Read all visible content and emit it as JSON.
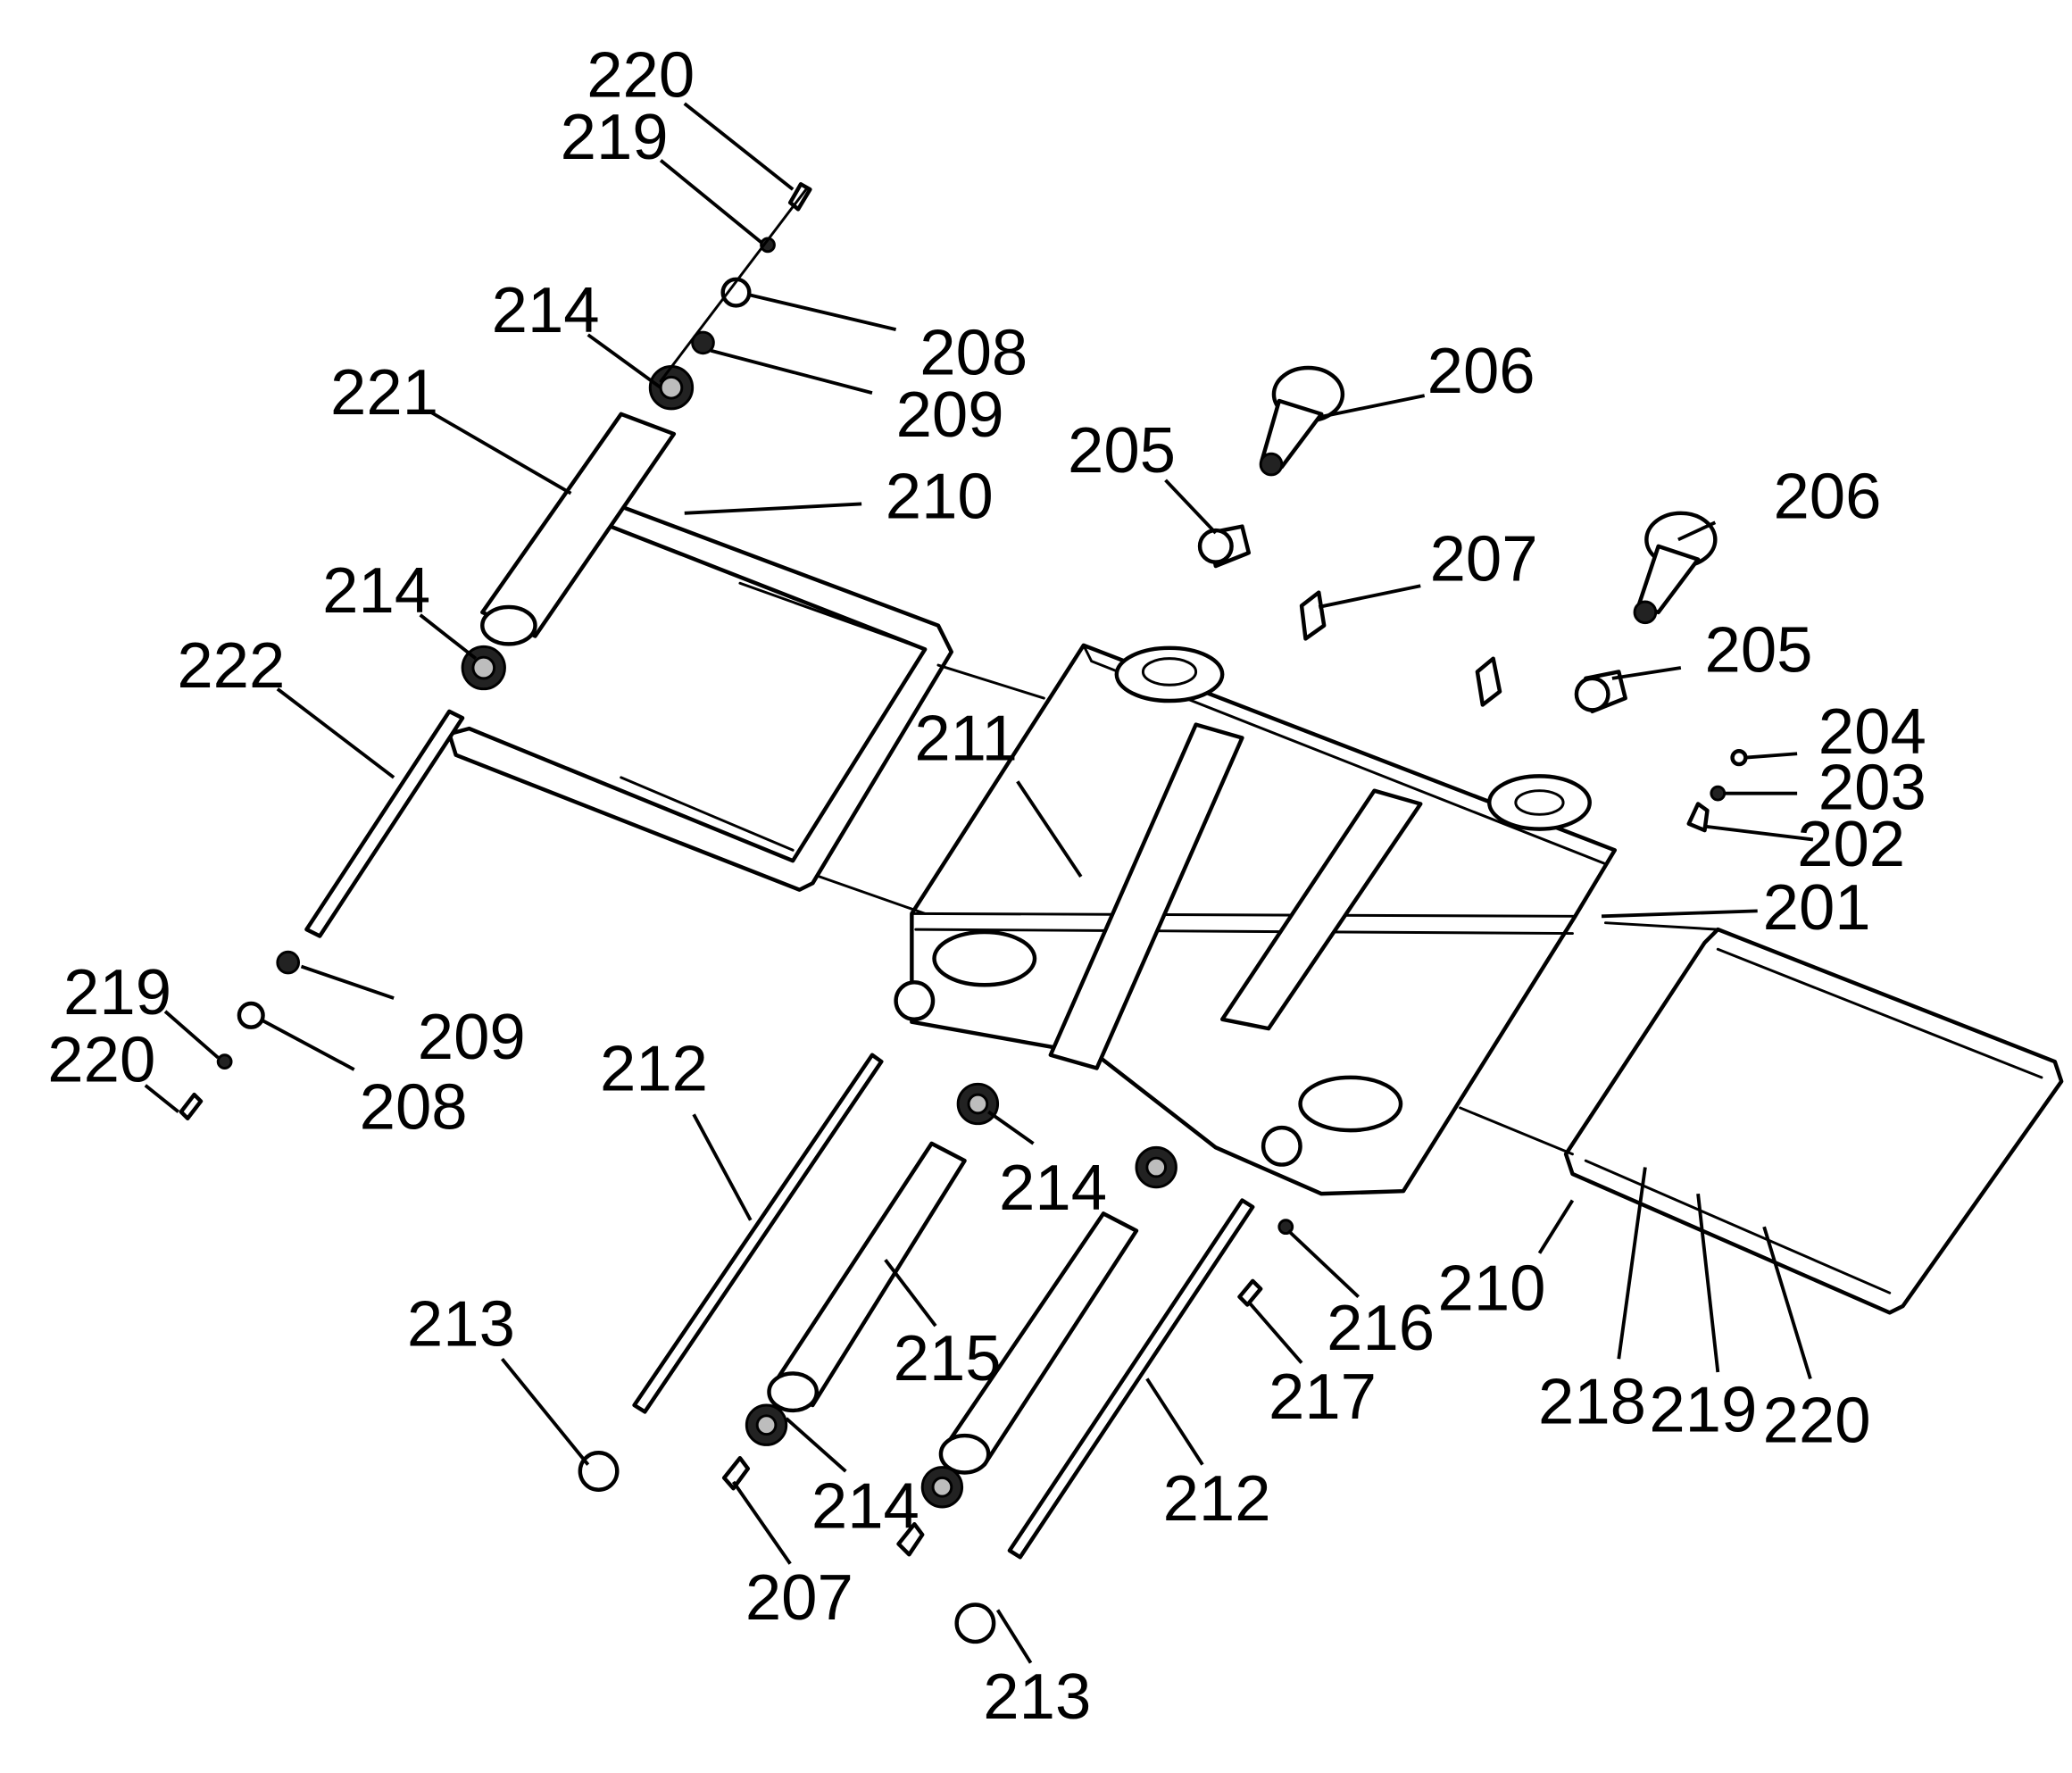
{
  "diagram": {
    "callouts": {
      "c220_top": "220",
      "c219_top": "219",
      "c214_top": "214",
      "c221": "221",
      "c208_top": "208",
      "c209_top": "209",
      "c210_top": "210",
      "c214_mid": "214",
      "c222": "222",
      "c219_left": "219",
      "c220_left": "220",
      "c209_left": "209",
      "c208_left": "208",
      "c212_left": "212",
      "c213_left": "213",
      "c205_top": "205",
      "c206_top": "206",
      "c206_right": "206",
      "c207_top": "207",
      "c205_right": "205",
      "c204": "204",
      "c203": "203",
      "c202": "202",
      "c201": "201",
      "c211": "211",
      "c214_low": "214",
      "c215": "215",
      "c214_bottom": "214",
      "c207_bottom": "207",
      "c216": "216",
      "c217": "217",
      "c212_bottom": "212",
      "c213_bottom": "213",
      "c210_right": "210",
      "c218": "218",
      "c219_right": "219",
      "c220_right": "220"
    }
  }
}
